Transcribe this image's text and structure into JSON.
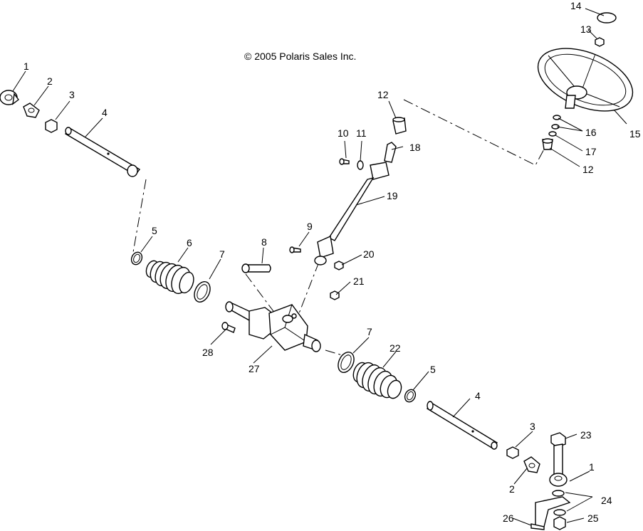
{
  "copyright": "© 2005 Polaris Sales Inc.",
  "labels": {
    "l1a": "1",
    "l2a": "2",
    "l3a": "3",
    "l4a": "4",
    "l5a": "5",
    "l6": "6",
    "l7a": "7",
    "l8": "8",
    "l9": "9",
    "l10": "10",
    "l11": "11",
    "l12a": "12",
    "l12b": "12",
    "l13": "13",
    "l14": "14",
    "l15": "15",
    "l16": "16",
    "l17": "17",
    "l18": "18",
    "l19": "19",
    "l20": "20",
    "l21": "21",
    "l7b": "7",
    "l22": "22",
    "l5b": "5",
    "l4b": "4",
    "l3b": "3",
    "l23": "23",
    "l1b": "1",
    "l2b": "2",
    "l24": "24",
    "l25": "25",
    "l26": "26",
    "l27": "27",
    "l28": "28"
  }
}
